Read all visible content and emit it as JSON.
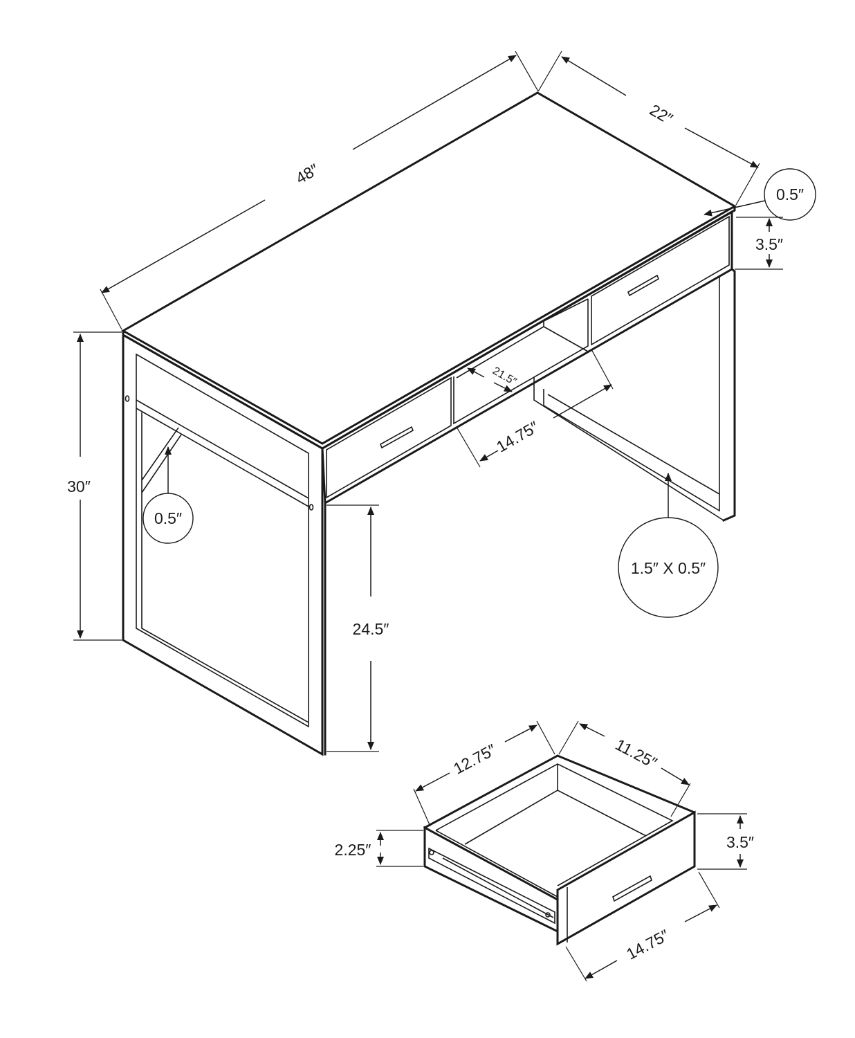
{
  "desk": {
    "width_label": "48″",
    "depth_label": "22″",
    "height_label": "30″",
    "top_thickness_label": "0.5″",
    "apron_height_label": "3.5″",
    "side_frame_label": "0.5″",
    "leg_profile_label": "1.5″ X 0.5″",
    "clearance_label": "24.5″",
    "shelf_depth_label": "21.5″",
    "opening_width_label": "14.75″"
  },
  "drawer": {
    "inner_width_label": "12.75″",
    "inner_depth_label": "11.25″",
    "side_height_label": "2.25″",
    "front_height_label": "3.5″",
    "front_width_label": "14.75″"
  }
}
